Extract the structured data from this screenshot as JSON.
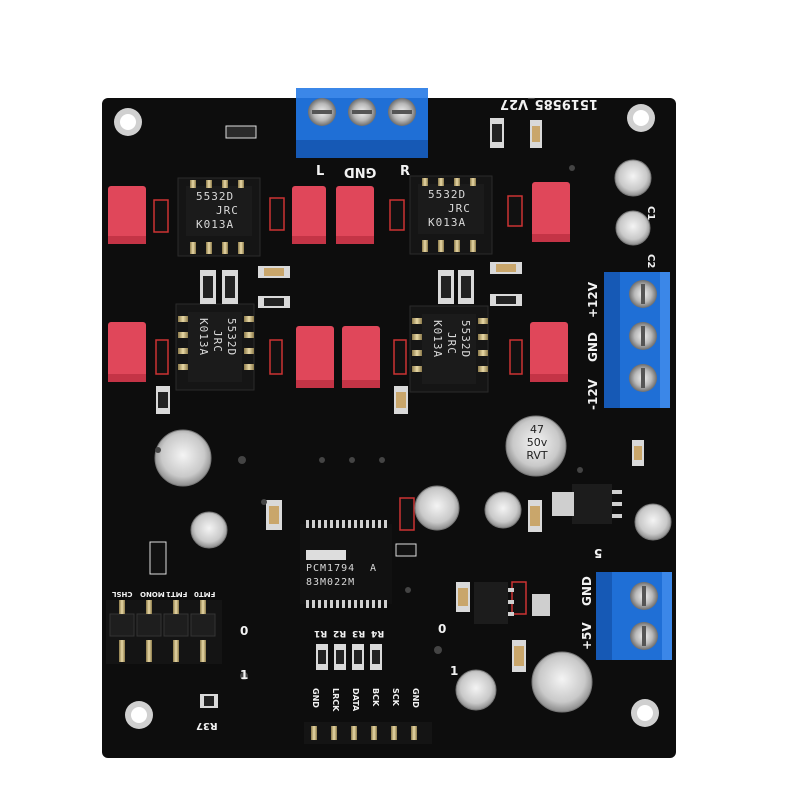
{
  "board": {
    "serial": "1519585_V27",
    "board_color": "#0d0d0d",
    "terminal_color": "#1f6fd6",
    "capacitor_color": "#e0475a"
  },
  "silkscreen": {
    "out_left": "L",
    "out_gnd": "GND",
    "out_right": "R",
    "pwr_plus12": "+12V",
    "pwr_gnd": "GND",
    "pwr_minus12": "-12V",
    "dig_gnd": "GND",
    "dig_plus5": "+5V",
    "c1": "C1",
    "c2": "C2",
    "r37": "R37",
    "mark_0_left": "0",
    "mark_1_left": "1",
    "mark_0_mid": "0",
    "mark_1_mid": "1",
    "mark_5": "5",
    "jumper_labels": [
      "CHSL",
      "MONO",
      "FMT1",
      "FMT0"
    ],
    "r_labels": [
      "R1",
      "R2",
      "R3",
      "R4"
    ],
    "header_labels": [
      "GND",
      "LRCK",
      "DATA",
      "BCK",
      "SCK",
      "GND"
    ]
  },
  "opamps": [
    {
      "brand": "5532D",
      "maker": "JRC",
      "lot": "K013A"
    },
    {
      "brand": "5532D",
      "maker": "JRC",
      "lot": "K013A"
    },
    {
      "brand": "5532D",
      "maker": "JRC",
      "lot": "K013A"
    },
    {
      "brand": "5532D",
      "maker": "JRC",
      "lot": "K013A"
    }
  ],
  "dac_chip": {
    "part": "PCM1794",
    "code": "83M022M",
    "suffix": "A"
  },
  "electrolytics": {
    "big": {
      "value": "47",
      "voltage": "50v",
      "brand": "RVT"
    }
  }
}
